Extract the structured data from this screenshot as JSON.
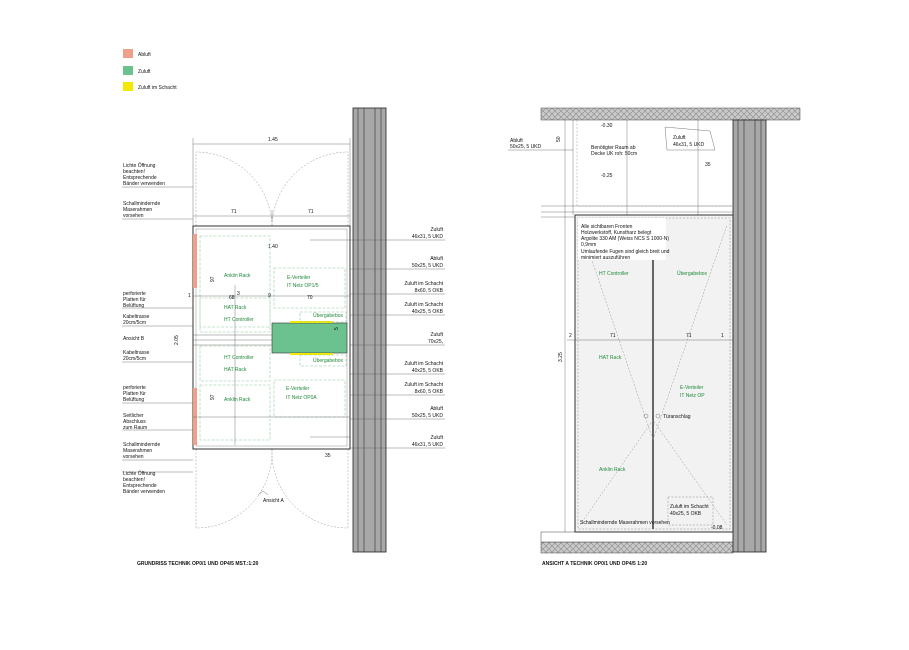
{
  "legend": [
    {
      "label": "Abluft",
      "color": "#f0a088"
    },
    {
      "label": "Zuluft",
      "color": "#6cc28e"
    },
    {
      "label": "Zuluft im Schacht",
      "color": "#f5e800"
    }
  ],
  "plan": {
    "caption": "GRUNDRISS TECHNIK OP0/1 UND OP4/5 MST.:1:20",
    "dims": {
      "overall": "1.45",
      "left": "71",
      "right": "71",
      "inner": "1.40",
      "d97a": "97",
      "d68": "68",
      "d3": "3",
      "d70": "70",
      "d9": "9",
      "d97b": "97",
      "d205": "2.05",
      "d35": "35",
      "d1": "1",
      "d5": "5"
    },
    "rooms": [
      "Anklin Rack",
      "E-Verteiler",
      "IT Netz OP1/5",
      "HAT Rack",
      "HT Controller",
      "Übergabebox",
      "HT Controller",
      "HAT Rack",
      "Anklin Rack",
      "E-Verteiler",
      "IT Netz OP0A",
      "Übergabebox"
    ],
    "notes_left": [
      [
        "Lichte Öffnung",
        "beachten!",
        "Entsprechende",
        "Bänder verwenden"
      ],
      [
        "Schallmindernde",
        "Maserahmen",
        "vorsehen"
      ],
      [
        "perforierte",
        "Platten für",
        "Belüftung"
      ],
      [
        "Kabeltrasse",
        "20cm/5cm"
      ],
      [
        "Ansicht B"
      ],
      [
        "Kabeltrasse",
        "20cm/5cm"
      ],
      [
        "perforierte",
        "Platten für",
        "Belüftung"
      ],
      [
        "Seitlicher",
        "Abschluss",
        "zum Raum"
      ],
      [
        "Schallmindernde",
        "Maserahmen",
        "vorsehen"
      ],
      [
        "Lichte Öffnung",
        "beachten!",
        "Entsprechende",
        "Bänder verwenden"
      ]
    ],
    "notes_right": [
      [
        "Zuluft",
        "46x31, 5 UKD"
      ],
      [
        "Abluft",
        "50x25, 5 UKD"
      ],
      [
        "Zuluft im Schacht",
        "8x60, 5 OKB"
      ],
      [
        "Zuluft im Schacht",
        "40x25, 5 OKB"
      ],
      [
        "Zuluft",
        "70x25,"
      ],
      [
        "Zuluft im Schacht",
        "40x25, 5 OKB"
      ],
      [
        "Zuluft im Schacht",
        "8x60, 5 OKB"
      ],
      [
        "Abluft",
        "50x25, 5 UKD"
      ],
      [
        "Zuluft",
        "46x31, 5 UKD"
      ]
    ],
    "view_label": "Ansicht A"
  },
  "elevation": {
    "caption": "ANSICHT A TECHNIK OP0/1 UND OP4/5 1:20",
    "abluft": [
      "Abluft",
      "50x25, 5 UKD"
    ],
    "zuluft": [
      "Zuluft",
      "46x31, 5 UKD"
    ],
    "space_note": [
      "Benötigter Raum ab",
      "Decke UK roh: 50cm"
    ],
    "front_note": [
      "Alle sichtbaren Fronten",
      "Holzwerkstoff, Kunstharz belegt",
      "Argolite 330 AM (Weiss NCS S 1000-N)",
      "0,9mm"
    ],
    "joint_note": [
      "Umlaufende Fugen sind gleich breit und",
      "minimiert auszuführen"
    ],
    "labels": [
      "HT Controller",
      "Übergabebox",
      "HAT Rack",
      "E-Verteiler",
      "IT Netz OP",
      "Anklin Rack"
    ],
    "door_stop": "Türanschlag",
    "shaft": [
      "Zuluft im Schacht",
      "40x25, 5 OKB"
    ],
    "bottom_note": "Schallmindernde Maserahmen vorsehen",
    "dims": {
      "h": "3.25",
      "left": "71",
      "right": "71",
      "l2": "2",
      "r1": "1",
      "d50": "50",
      "d35": "35",
      "lv1": "-0.30",
      "lv2": "-0.25",
      "lv3": "-0.08"
    }
  }
}
